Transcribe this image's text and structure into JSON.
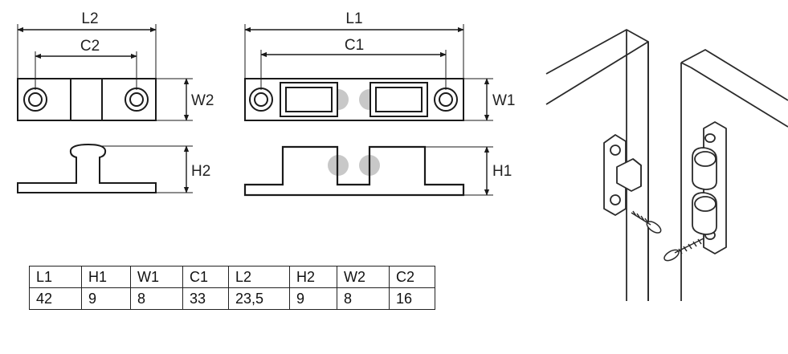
{
  "labels": {
    "L1": "L1",
    "L2": "L2",
    "C1": "C1",
    "C2": "C2",
    "W1": "W1",
    "W2": "W2",
    "H1": "H1",
    "H2": "H2"
  },
  "table": {
    "headers": [
      "L1",
      "H1",
      "W1",
      "C1",
      "L2",
      "H2",
      "W2",
      "C2"
    ],
    "values": [
      "42",
      "9",
      "8",
      "33",
      "23,5",
      "9",
      "8",
      "16"
    ]
  },
  "colors": {
    "line": "#1a1a1a",
    "roller": "#c8c8c8",
    "background": "#ffffff"
  }
}
